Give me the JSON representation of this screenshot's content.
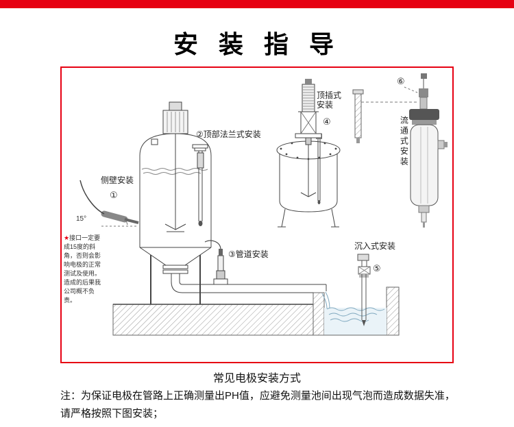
{
  "title": "安 装 指 导",
  "caption": "常见电极安装方式",
  "note": {
    "line1": "注：为保证电极在管路上正确测量出PH值，应避免测量池间出现气泡而造成数据失准，",
    "line2": "请严格按照下图安装；"
  },
  "colors": {
    "accent_red": "#e60012",
    "line": "#444444",
    "water": "#7fa8bf"
  },
  "diagram": {
    "labels": {
      "side_wall": {
        "num": "①",
        "text": "侧壁安装"
      },
      "top_flange": {
        "num": "②",
        "text": "顶部法兰式安装"
      },
      "pipeline": {
        "num": "③",
        "text": "管道安装"
      },
      "top_insert": {
        "num": "④",
        "line1": "顶插式",
        "line2": "安装"
      },
      "submerged": {
        "num": "⑤",
        "text": "沉入式安装"
      },
      "flow_through": {
        "num": "⑥",
        "text": "流通式安装"
      },
      "angle": "15°",
      "warning_star": "★",
      "warning": "接口一定要成15度的斜角，否则会影响电极的正常测试及使用。造成的后果我公司概不负责。"
    }
  }
}
